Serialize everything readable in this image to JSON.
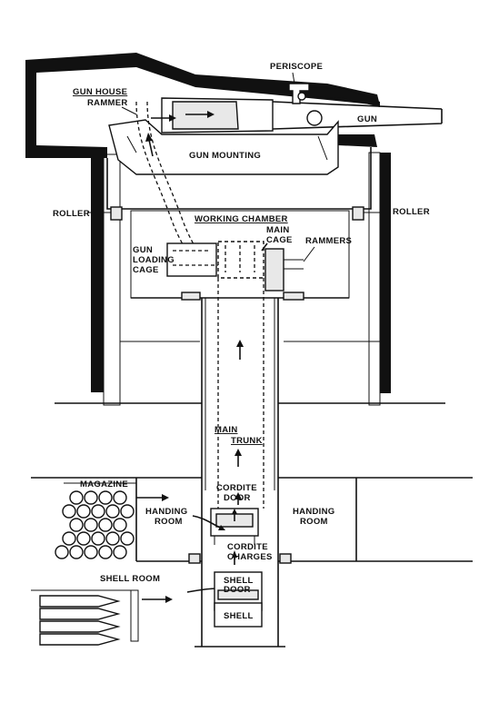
{
  "labels": {
    "periscope": "PERISCOPE",
    "gun_house": "GUN HOUSE",
    "rammer": "RAMMER",
    "gun": "GUN",
    "gun_mounting": "GUN MOUNTING",
    "roller_left": "ROLLER",
    "roller_right": "ROLLER",
    "working_chamber": "WORKING CHAMBER",
    "main_cage_1": "MAIN",
    "main_cage_2": "CAGE",
    "rammers": "RAMMERS",
    "gun_loading_1": "GUN",
    "gun_loading_2": "LOADING",
    "gun_loading_3": "CAGE",
    "main_trunk_1": "MAIN",
    "main_trunk_2": "TRUNK",
    "magazine": "MAGAZINE",
    "handing_room_left_1": "HANDING",
    "handing_room_left_2": "ROOM",
    "handing_room_right_1": "HANDING",
    "handing_room_right_2": "ROOM",
    "cordite_door_1": "CORDITE",
    "cordite_door_2": "DOOR",
    "cordite_charges_1": "CORDITE",
    "cordite_charges_2": "CHARGES",
    "shell_room": "SHELL ROOM",
    "shell_door_1": "SHELL",
    "shell_door_2": "DOOR",
    "shell": "SHELL"
  },
  "colors": {
    "ink": "#111111",
    "paper": "#ffffff",
    "shade": "#e8e8e8"
  }
}
